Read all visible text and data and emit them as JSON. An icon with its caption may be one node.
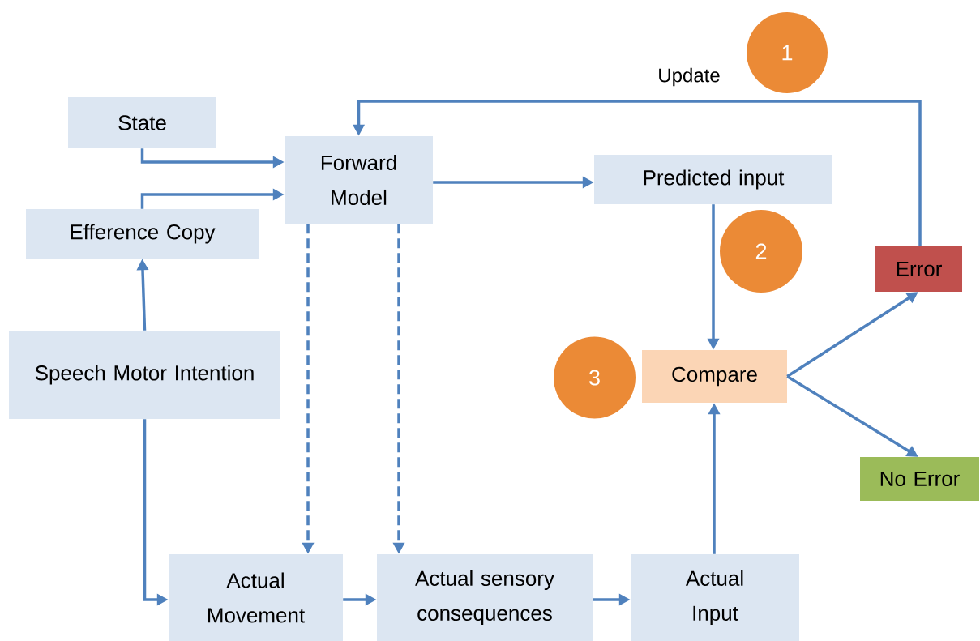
{
  "diagram": {
    "nodes": [
      {
        "text": [
          "State"
        ]
      },
      {
        "text": [
          "Forward Model"
        ]
      },
      {
        "text": [
          "Predicted input"
        ]
      },
      {
        "text": [
          "Efference Copy"
        ]
      },
      {
        "text": [
          "Error"
        ]
      },
      {
        "text": [
          "Speech Motor Intention"
        ]
      },
      {
        "text": [
          "Compare"
        ]
      },
      {
        "text": [
          "No Error"
        ]
      },
      {
        "text": [
          "Actual Movement"
        ]
      },
      {
        "text": [
          "Actual sensory consequences"
        ]
      },
      {
        "text": [
          "Actual Input"
        ]
      },
      {
        "text": [
          "1"
        ]
      },
      {
        "text": [
          "2"
        ]
      },
      {
        "text": [
          "3"
        ]
      }
    ],
    "edges": [
      {
        "from": 0,
        "to": 1,
        "arrow": "to"
      },
      {
        "from": 3,
        "to": 1,
        "arrow": "to"
      },
      {
        "from": 5,
        "to": 3,
        "arrow": "to"
      },
      {
        "from": 5,
        "to": 8,
        "arrow": "to"
      },
      {
        "from": 1,
        "to": 2,
        "arrow": "to"
      },
      {
        "from": 1,
        "to": 8,
        "arrow": "to",
        "style": "dashed"
      },
      {
        "from": 1,
        "to": 9,
        "arrow": "to",
        "style": "dashed"
      },
      {
        "from": 8,
        "to": 9,
        "arrow": "to"
      },
      {
        "from": 9,
        "to": 10,
        "arrow": "to"
      },
      {
        "from": 10,
        "to": 6,
        "arrow": "to"
      },
      {
        "from": 2,
        "to": 6,
        "arrow": "to"
      },
      {
        "from": 6,
        "to": 4,
        "arrow": "to"
      },
      {
        "from": 6,
        "to": 7,
        "arrow": "to"
      },
      {
        "from": 4,
        "to": 1,
        "arrow": "to",
        "label": "Update"
      }
    ]
  }
}
